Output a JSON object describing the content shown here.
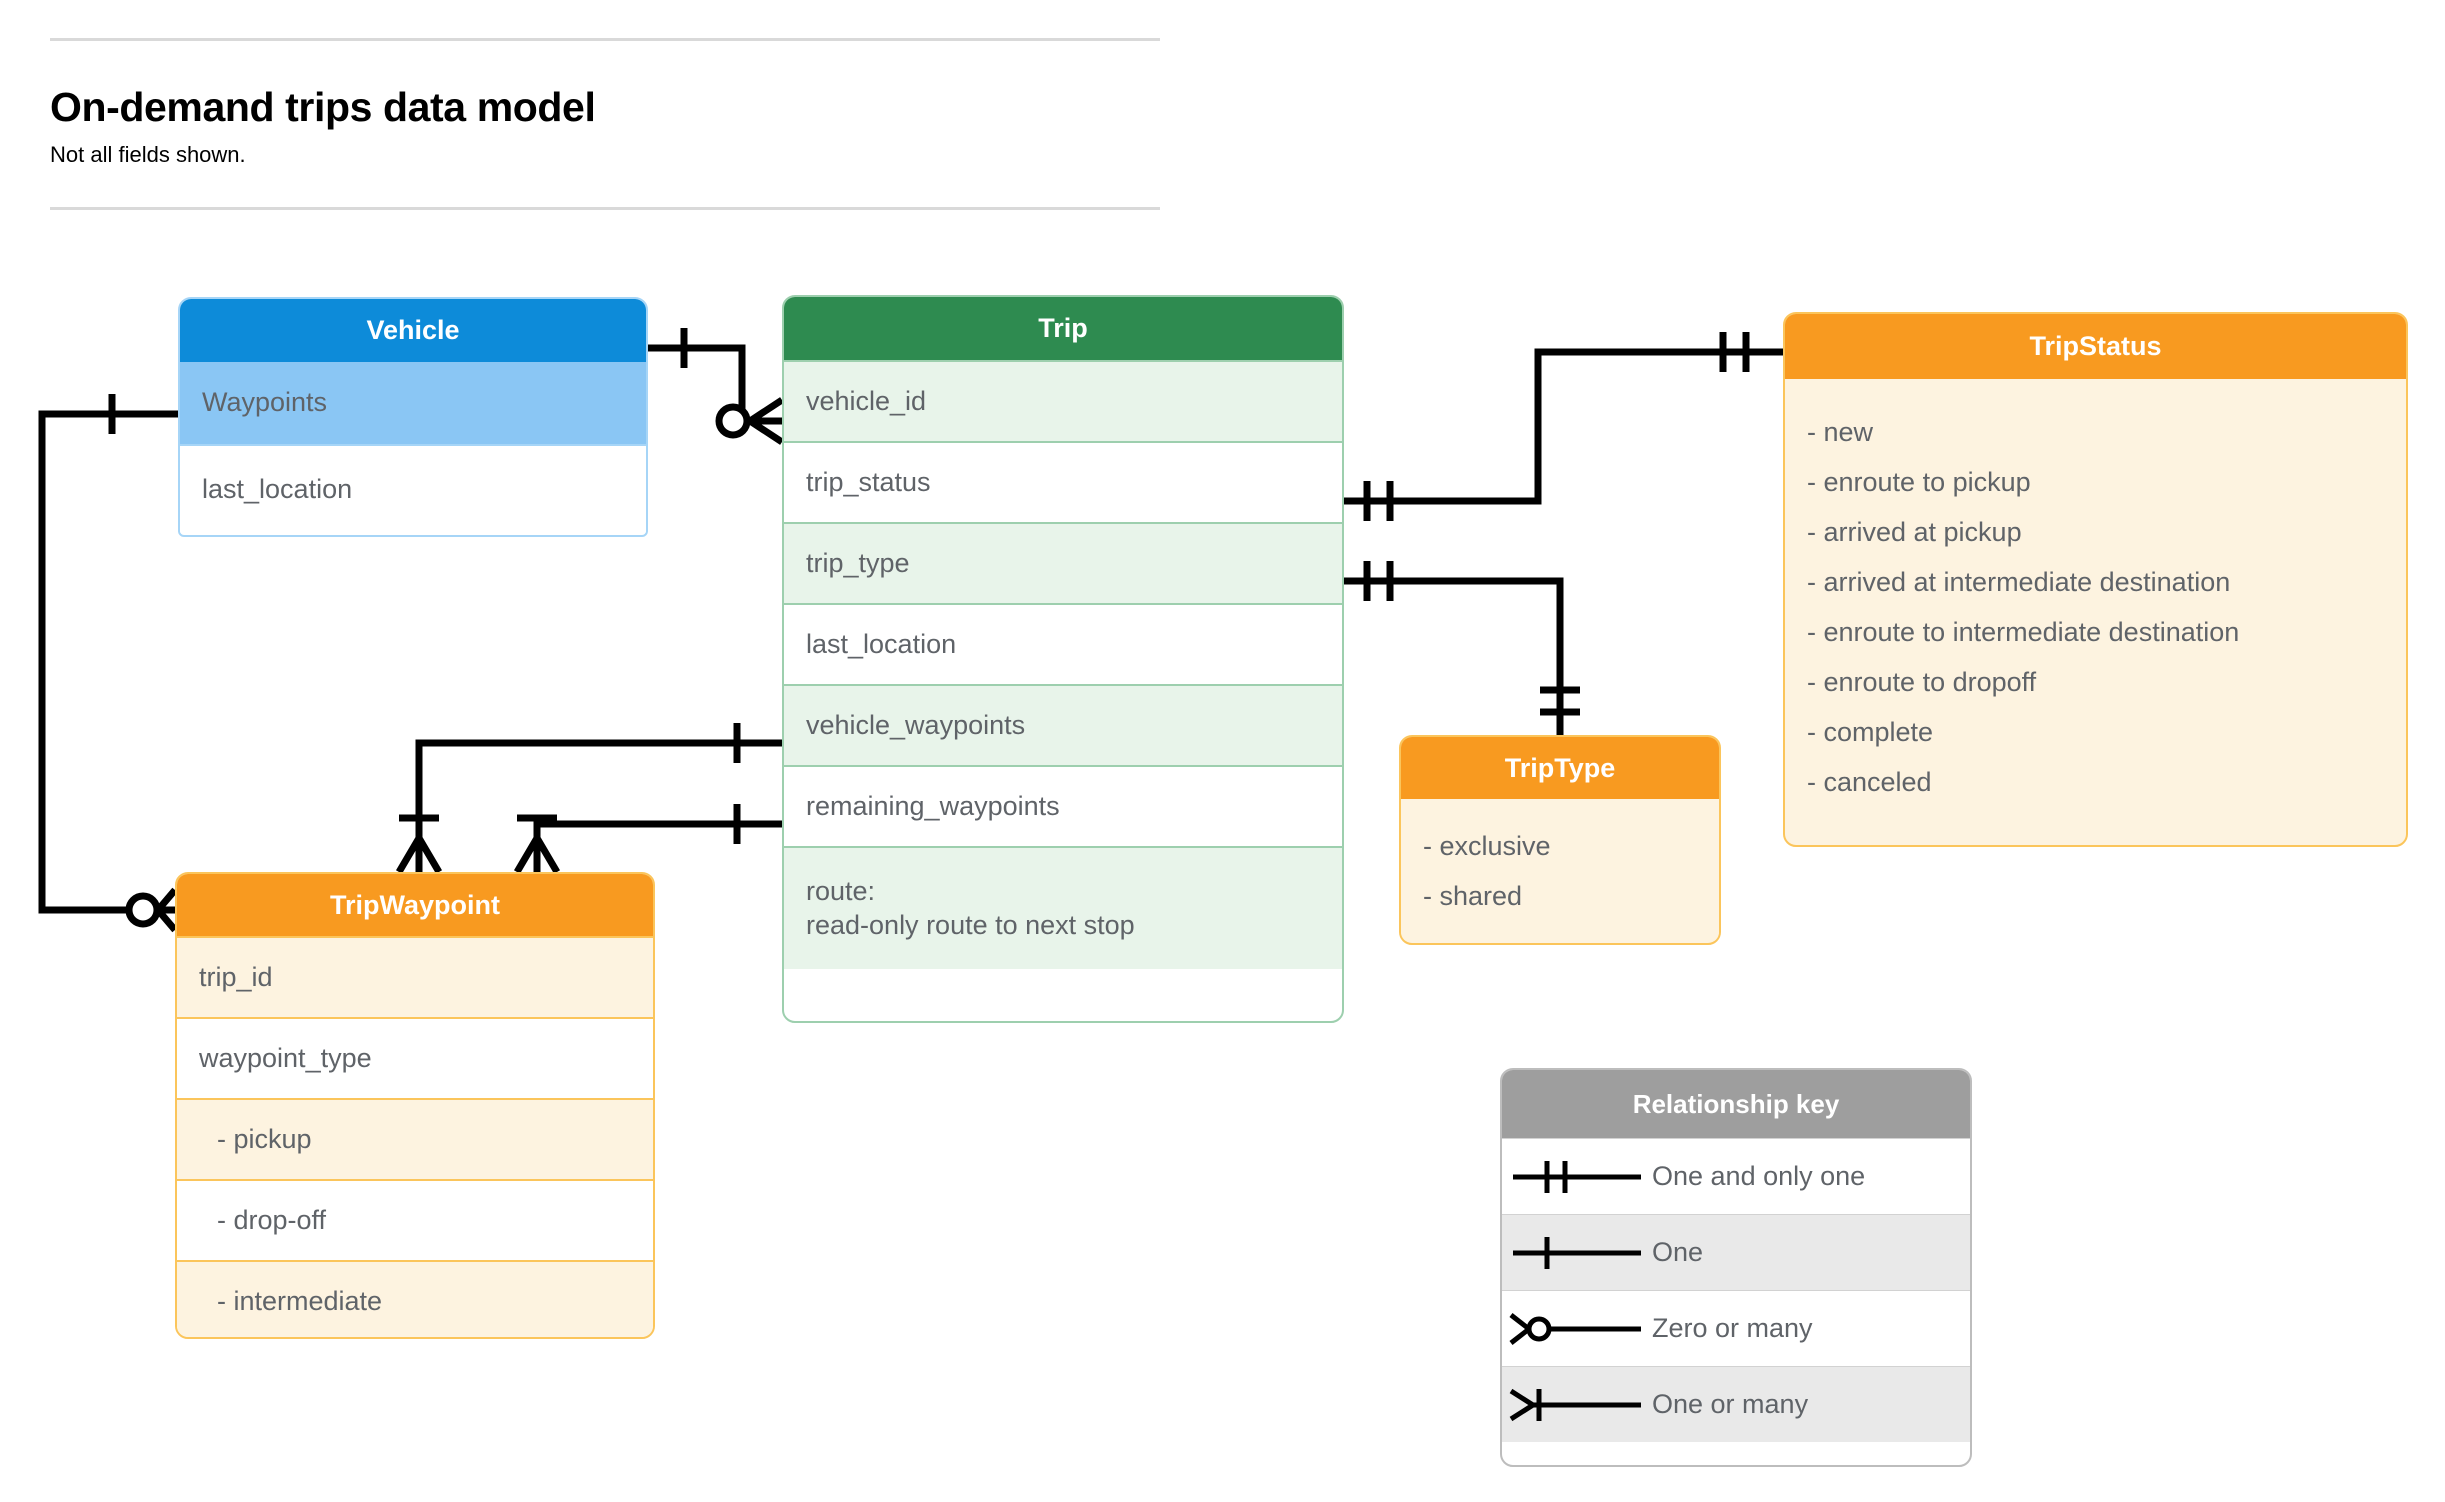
{
  "header": {
    "title": "On-demand trips data model",
    "subtitle": "Not all fields shown."
  },
  "entities": {
    "vehicle": {
      "title": "Vehicle",
      "color": "#0d8bd9",
      "fields": [
        "Waypoints",
        "last_location"
      ]
    },
    "trip": {
      "title": "Trip",
      "color": "#2e8b50",
      "fields": [
        "vehicle_id",
        "trip_status",
        "trip_type",
        "last_location",
        "vehicle_waypoints",
        "remaining_waypoints"
      ],
      "route_line1": "route:",
      "route_line2": "read-only route to next stop"
    },
    "trip_status": {
      "title": "TripStatus",
      "color": "#f89a20",
      "values": [
        "- new",
        "- enroute to pickup",
        "- arrived at pickup",
        "- arrived at intermediate destination",
        "- enroute to intermediate destination",
        "- enroute to dropoff",
        "- complete",
        "- canceled"
      ]
    },
    "trip_type": {
      "title": "TripType",
      "color": "#f89a20",
      "values": [
        "- exclusive",
        "- shared"
      ]
    },
    "trip_waypoint": {
      "title": "TripWaypoint",
      "color": "#f89a20",
      "fields": [
        "trip_id",
        "waypoint_type"
      ],
      "values": [
        "-  pickup",
        "-  drop-off",
        "-  intermediate"
      ]
    }
  },
  "relationship_key": {
    "title": "Relationship key",
    "rows": [
      {
        "symbol": "one-and-only-one-symbol",
        "label": "One and only one"
      },
      {
        "symbol": "one-symbol",
        "label": "One"
      },
      {
        "symbol": "zero-or-many-symbol",
        "label": "Zero or many"
      },
      {
        "symbol": "one-or-many-symbol",
        "label": "One or many"
      }
    ]
  },
  "connectors": [
    {
      "name": "vehicle-to-trip-vehicle-id",
      "from": "Vehicle",
      "to": "Trip.vehicle_id",
      "from_cardinality": "One",
      "to_cardinality": "Zero or many"
    },
    {
      "name": "vehicle-waypoints-to-tripwaypoint",
      "from": "Vehicle.Waypoints",
      "to": "TripWaypoint",
      "from_cardinality": "One",
      "to_cardinality": "Zero or many"
    },
    {
      "name": "trip-status-to-tripstatus",
      "from": "Trip.trip_status",
      "to": "TripStatus",
      "from_cardinality": "One and only one",
      "to_cardinality": "One and only one"
    },
    {
      "name": "trip-type-to-triptype",
      "from": "Trip.trip_type",
      "to": "TripType",
      "from_cardinality": "One and only one",
      "to_cardinality": "One and only one"
    },
    {
      "name": "trip-vehicle-waypoints-to-tripwaypoint",
      "from": "Trip.vehicle_waypoints",
      "to": "TripWaypoint",
      "from_cardinality": "One",
      "to_cardinality": "One or many"
    },
    {
      "name": "trip-remaining-waypoints-to-tripwaypoint",
      "from": "Trip.remaining_waypoints",
      "to": "TripWaypoint",
      "from_cardinality": "One",
      "to_cardinality": "One or many"
    }
  ]
}
